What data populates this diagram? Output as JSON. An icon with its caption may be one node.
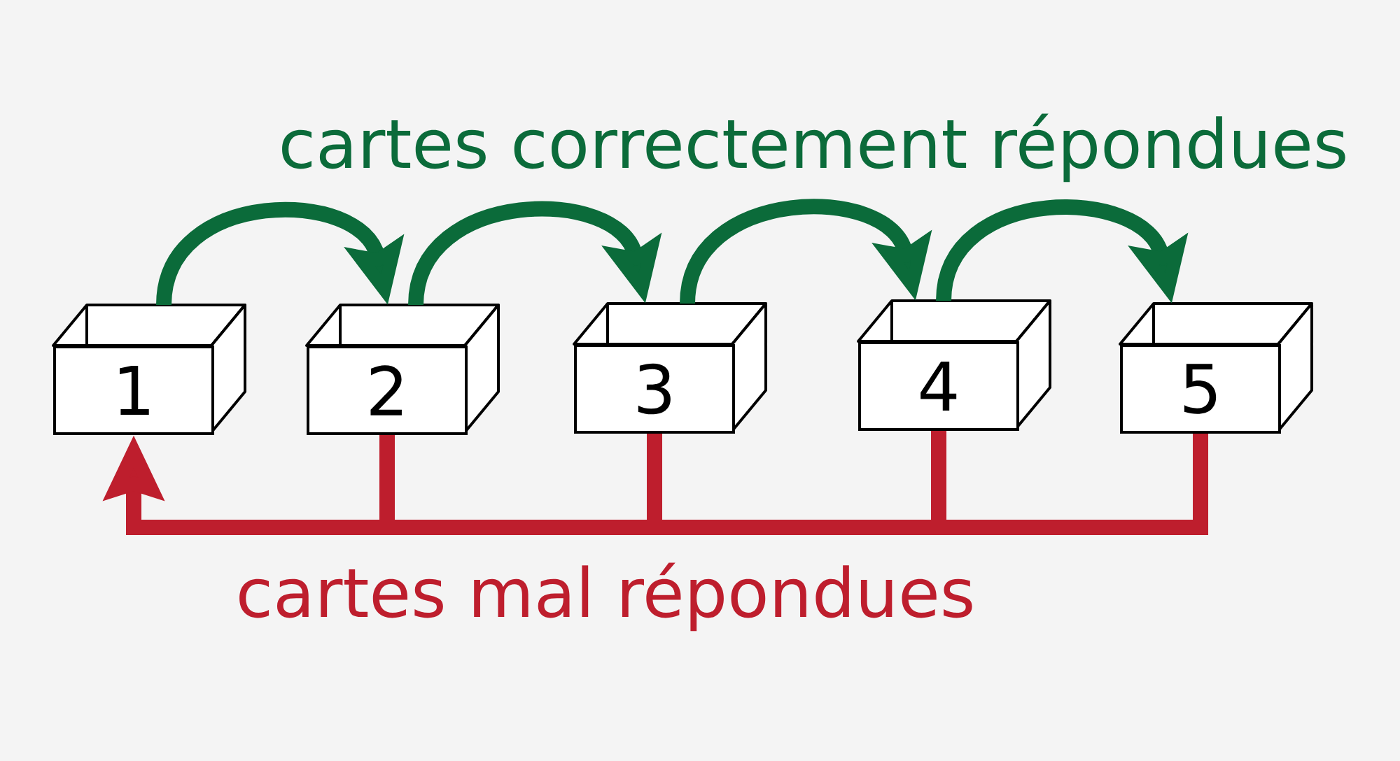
{
  "diagram": {
    "nodes": [
      {
        "text": [
          "1"
        ]
      },
      {
        "text": [
          "2"
        ]
      },
      {
        "text": [
          "3"
        ]
      },
      {
        "text": [
          "4"
        ]
      },
      {
        "text": [
          "5"
        ]
      }
    ],
    "edges": [
      {
        "from": 0,
        "to": 1,
        "arrow": "to",
        "color": "#0b6b3a"
      },
      {
        "from": 1,
        "to": 2,
        "arrow": "to",
        "color": "#0b6b3a"
      },
      {
        "from": 2,
        "to": 3,
        "arrow": "to",
        "color": "#0b6b3a"
      },
      {
        "from": 3,
        "to": 4,
        "arrow": "to",
        "color": "#0b6b3a"
      },
      {
        "from": 1,
        "to": 0,
        "arrow": "to",
        "color": "#be1e2d"
      },
      {
        "from": 2,
        "to": 0,
        "arrow": "to",
        "color": "#be1e2d"
      },
      {
        "from": 3,
        "to": 0,
        "arrow": "to",
        "color": "#be1e2d"
      },
      {
        "from": 4,
        "to": 0,
        "arrow": "to",
        "color": "#be1e2d"
      }
    ],
    "labels": [
      "cartes correctement répondues",
      "cartes mal répondues"
    ]
  }
}
